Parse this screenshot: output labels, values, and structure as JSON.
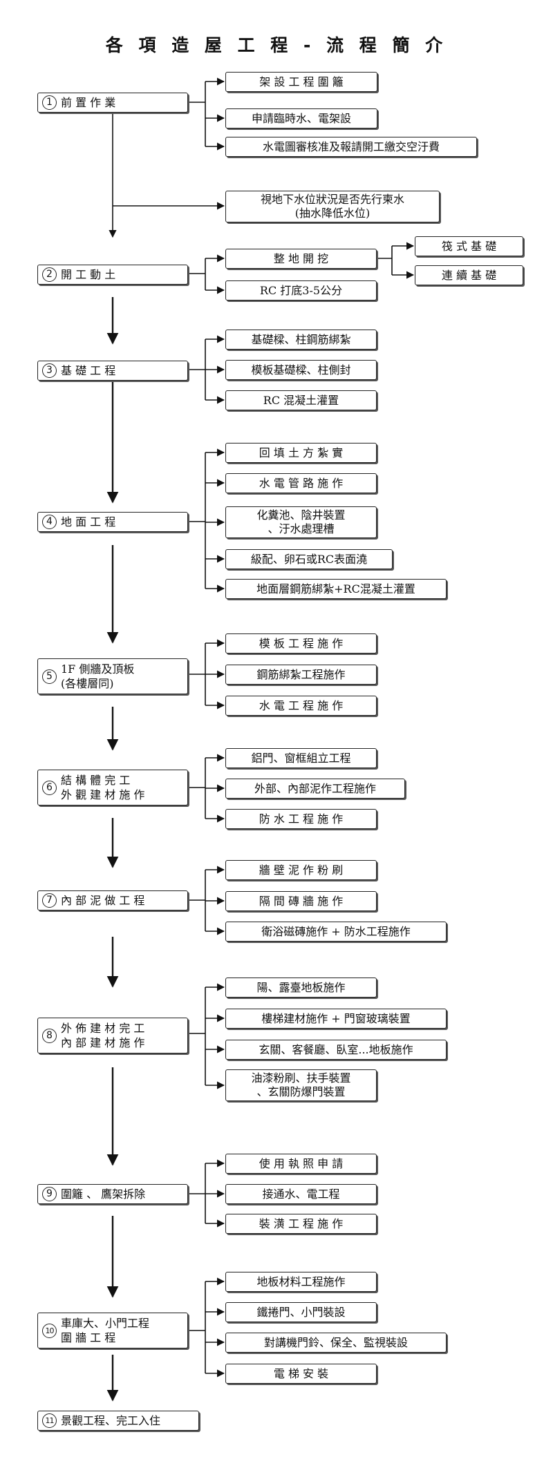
{
  "title": "各 項 造 屋 工 程 - 流 程 簡 介",
  "stages": [
    {
      "num": "1",
      "label": "前  置  作  業"
    },
    {
      "num": "2",
      "label": "開  工  動  土"
    },
    {
      "num": "3",
      "label": "基  礎  工  程"
    },
    {
      "num": "4",
      "label": "地  面  工  程"
    },
    {
      "num": "5",
      "label": " 1F  側牆及頂板\n    (各樓層同)"
    },
    {
      "num": "6",
      "label": "  結 構 體 完 工\n外 觀 建 材 施 作"
    },
    {
      "num": "7",
      "label": "內 部 泥 做 工 程"
    },
    {
      "num": "8",
      "label": " 外 佈 建 材 完 工\n 內 部 建 材 施 作"
    },
    {
      "num": "9",
      "label": "圍籬  、 鷹架拆除"
    },
    {
      "num": "10",
      "label": "車庫大、小門工程\n 圍  牆  工  程"
    },
    {
      "num": "11",
      "label": "景觀工程、完工入住"
    }
  ],
  "tasks": {
    "s1": [
      "架 設 工 程 圍 籬",
      "申請臨時水、電架設",
      "水電圖審核准及報請開工繳交空汙費"
    ],
    "s1_extra": "視地下水位狀況是否先行柬水\n(抽水降低水位)",
    "s2": [
      "整  地  開  挖",
      "RC  打底3-5公分"
    ],
    "s2_sub": [
      "筏 式 基 礎",
      "連 續 基 礎"
    ],
    "s3": [
      "基礎樑、柱鋼筋綁紮",
      "模板基礎樑、柱側封",
      "RC  混凝土灌置"
    ],
    "s4": [
      "回 填 土 方 紮 實",
      "水 電 管 路 施 作",
      "化糞池、陰井裝置\n、汙水處理槽",
      "級配、卵石或RC表面澆",
      "地面層鋼筋綁紮+RC混凝土灌置"
    ],
    "s5": [
      "模 板 工 程 施 作",
      "鋼筋綁紮工程施作",
      "水 電 工 程 施 作"
    ],
    "s6": [
      "鋁門、窗框組立工程",
      "外部、內部泥作工程施作",
      "防 水 工 程 施 作"
    ],
    "s7": [
      "牆 壁 泥 作 粉 刷",
      "隔 間 磚 牆 施 作",
      "衛浴磁磚施作 + 防水工程施作"
    ],
    "s8": [
      "陽、露臺地板施作",
      "樓梯建材施作 + 門窗玻璃裝置",
      "玄關、客餐廳、臥室...地板施作",
      "油漆粉刷、扶手裝置\n、玄關防爆門裝置"
    ],
    "s9": [
      "使 用 執 照 申 請",
      "接通水、電工程",
      "裝 潢 工 程 施 作"
    ],
    "s10": [
      "地板材料工程施作",
      "鐵捲門、小門裝設",
      "對講機門鈴、保全、監視裝設",
      "電    梯    安    裝"
    ]
  }
}
